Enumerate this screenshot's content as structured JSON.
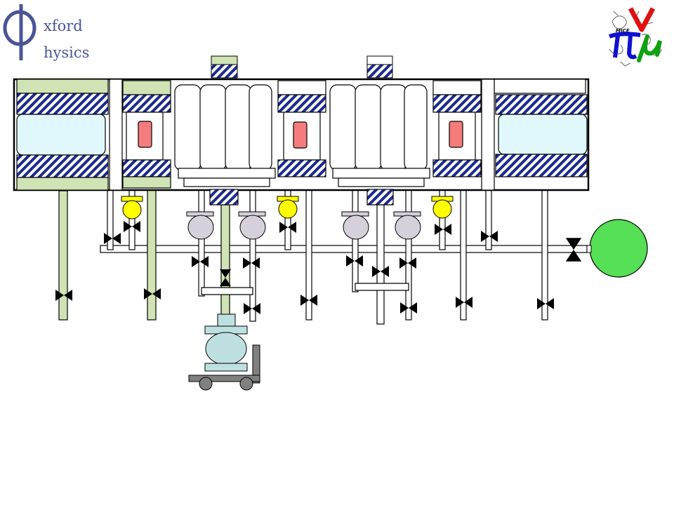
{
  "logo": {
    "first_line": "xford",
    "second_line": "hysics"
  },
  "mice_logo": {
    "label": "MICE"
  },
  "colors": {
    "pipe_green": "#cfe3b4",
    "hatch_blue": "#1b2a8a",
    "window_blue": "#e0f7fb",
    "coil_red": "#f47c7c",
    "valve_yellow": "#ffff00",
    "absorber_grey": "#d6d0db",
    "vessel_green": "#55e055",
    "pump_blue": "#bee0e0"
  }
}
